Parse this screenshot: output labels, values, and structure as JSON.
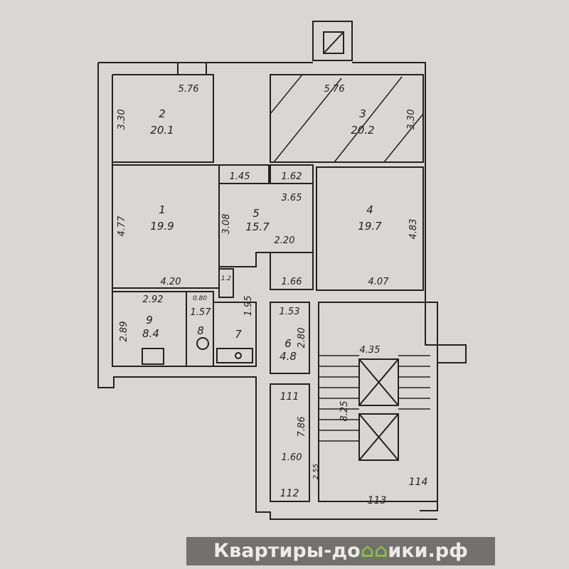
{
  "rooms": [
    {
      "num": "1",
      "area": "19.9"
    },
    {
      "num": "2",
      "area": "20.1"
    },
    {
      "num": "3",
      "area": "20.2"
    },
    {
      "num": "4",
      "area": "19.7"
    },
    {
      "num": "5",
      "area": "15.7"
    },
    {
      "num": "6",
      "area": "4.8"
    },
    {
      "num": "7",
      "area": ""
    },
    {
      "num": "8",
      "area": "1.57"
    },
    {
      "num": "9",
      "area": "8.4"
    }
  ],
  "dims": {
    "r2_w": "5.76",
    "r2_h": "3.30",
    "r3_w": "5.76",
    "r3_h": "3.30",
    "r1_h": "4.77",
    "r1_w": "4.20",
    "r4_h": "4.83",
    "r4_w": "4.07",
    "c1": "1.45",
    "c2": "1.62",
    "r5_a": "3.65",
    "r5_b": "3.08",
    "r5_c": "2.20",
    "r_166": "1.66",
    "r9_w": "2.92",
    "r9_h": "2.89",
    "r7_h": "1.95",
    "r8_w": "0.80",
    "r8_s": "1.2",
    "r6_w": "1.53",
    "r6_h": "2.80",
    "stair_w": "4.35",
    "stair_h": "8.25",
    "corr_h": "7.86",
    "corr_w": "1.60",
    "corr_s": "2.55"
  },
  "public": {
    "a": "111",
    "b": "112",
    "c": "113",
    "d": "114"
  },
  "watermark": {
    "left": "Квартиры-до",
    "right": "ики.рф",
    "color": "#7dbb3a"
  }
}
